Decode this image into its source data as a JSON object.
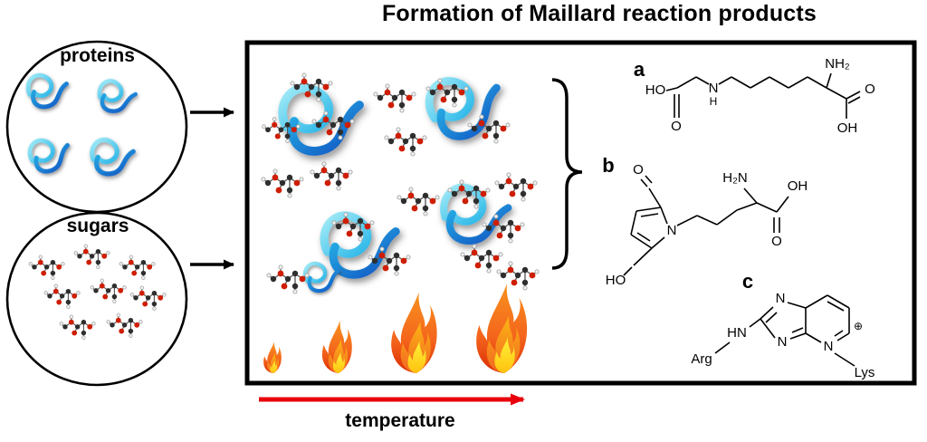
{
  "title": "Formation of Maillard reaction products",
  "reactants": {
    "proteins": "proteins",
    "sugars": "sugars"
  },
  "axis": {
    "temperature": "temperature"
  },
  "products": {
    "a": {
      "label": "a",
      "atoms": {
        "ho": "HO",
        "o1": "O",
        "n": "N",
        "h": "H",
        "nh2": "NH₂",
        "o2": "O",
        "oh": "OH"
      }
    },
    "b": {
      "label": "b",
      "atoms": {
        "o_formyl": "O",
        "h2n": "H₂N",
        "oh": "OH",
        "o_carbonyl": "O",
        "n_ring": "N",
        "ho": "HO"
      }
    },
    "c": {
      "label": "c",
      "atoms": {
        "n1": "N",
        "n3": "N",
        "plus": "⊕",
        "hn": "HN",
        "arg": "Arg",
        "lys": "Lys"
      }
    }
  },
  "colors": {
    "temperature_arrow": "#e8000b",
    "protein_cyan": "#4fc9e9",
    "protein_blue": "#1355c0",
    "flame_outer": "#d92c04",
    "flame_mid": "#f7941d",
    "flame_inner": "#ffe14d",
    "sugar_oxygen_red": "#cf1d00",
    "sugar_carbon_dark": "#2e2e2e"
  }
}
